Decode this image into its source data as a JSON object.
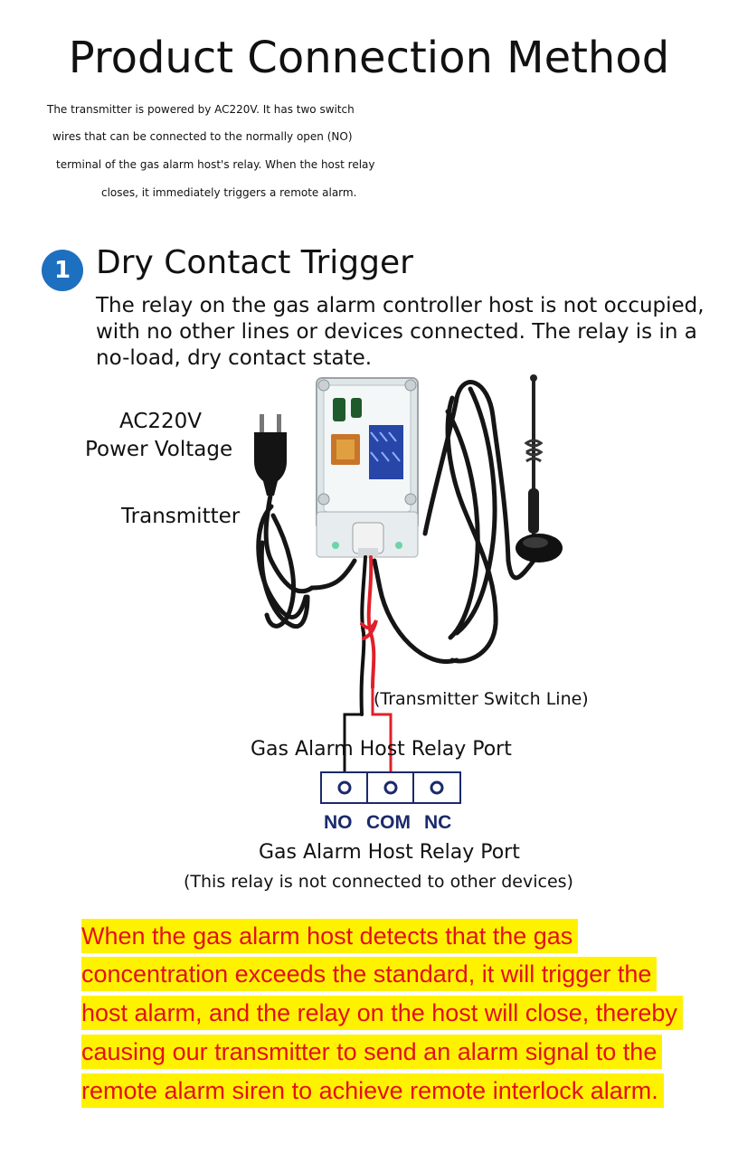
{
  "title": "Product Connection Method",
  "intro_lines": [
    "The transmitter is powered by AC220V. It has two switch",
    "wires that can be connected to the normally open (NO)",
    "terminal of the gas alarm host's relay. When the host relay",
    "closes, it immediately triggers a remote alarm."
  ],
  "section": {
    "number": "1",
    "title": "Dry Contact Trigger",
    "description_lines": [
      "The relay on the gas alarm controller host is not occupied,",
      "with no other lines or devices connected. The relay is in a",
      "no-load, dry contact state."
    ]
  },
  "diagram": {
    "power_label_line1": "AC220V",
    "power_label_line2": "Power Voltage",
    "transmitter_label": "Transmitter",
    "switch_line_label": "(Transmitter Switch Line)",
    "relay_port_label_top": "Gas Alarm Host Relay Port",
    "terminals": [
      "NO",
      "COM",
      "NC"
    ],
    "relay_port_label_bottom": "Gas Alarm Host Relay Port",
    "relay_note": "(This relay is not connected to other devices)"
  },
  "highlight_lines": [
    "When the gas alarm host detects that the gas",
    "concentration exceeds the standard, it will trigger the",
    "host alarm, and the relay on the host will close, thereby",
    "causing our transmitter to send an alarm signal to the",
    "remote alarm siren to achieve remote interlock alarm."
  ],
  "colors": {
    "badge": "#1d6fc0",
    "highlight_bg": "#fff200",
    "highlight_text": "#e3101c",
    "terminal_text": "#1a2a6b",
    "wire_red": "#e0202a",
    "wire_black": "#111111"
  }
}
